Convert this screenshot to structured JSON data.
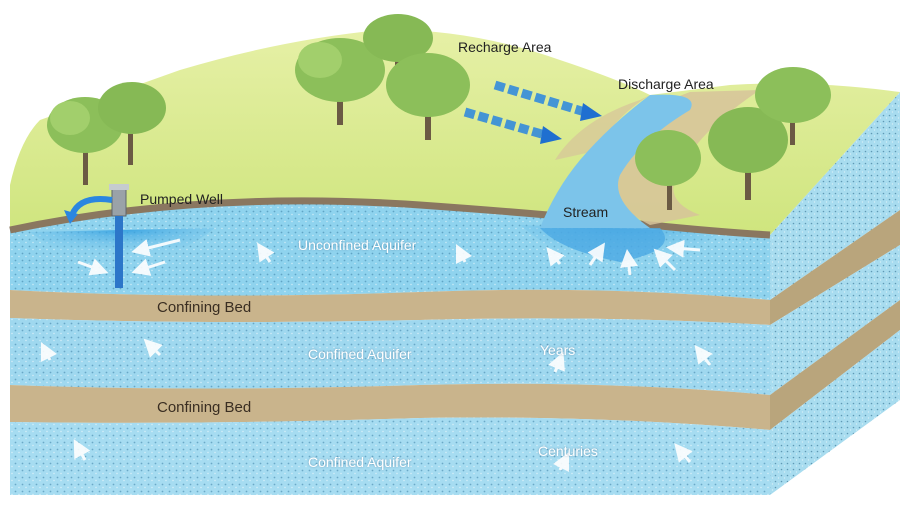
{
  "labels": {
    "recharge_area": "Recharge Area",
    "discharge_area": "Discharge Area",
    "pumped_well": "Pumped Well",
    "stream": "Stream",
    "unconfined_aquifer": "Unconfined Aquifer",
    "confining_bed_upper": "Confining Bed",
    "confined_aquifer_upper": "Confined Aquifer",
    "years": "Years",
    "confining_bed_lower": "Confining Bed",
    "confined_aquifer_lower": "Confined Aquifer",
    "centuries": "Centuries"
  },
  "colors": {
    "land_surface": "#d9ea8e",
    "aquifer_water": "#8fd3ee",
    "aquifer_deep_water": "#3aa8e0",
    "confining_bed": "#c9b48c",
    "stream_water": "#7cc4ea",
    "tree_foliage": "#8cbf5a",
    "tree_trunk": "#6b5a44",
    "flow_arrow": "#1f7fd6"
  },
  "icons": [
    "tree-icon",
    "well-icon",
    "flow-arrow-icon"
  ]
}
